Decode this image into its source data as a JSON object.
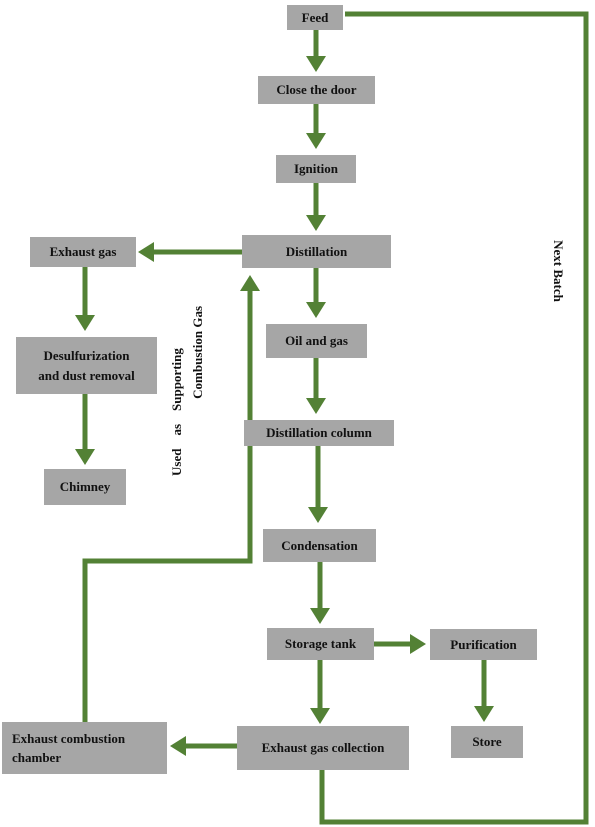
{
  "nodes": {
    "feed": "Feed",
    "close_door": "Close the door",
    "ignition": "Ignition",
    "distillation": "Distillation",
    "exhaust_gas": "Exhaust gas",
    "desulfurization_line1": "Desulfurization",
    "desulfurization_line2": "and dust removal",
    "chimney": "Chimney",
    "oil_and_gas": "Oil and gas",
    "distillation_column": "Distillation column",
    "condensation": "Condensation",
    "storage_tank": "Storage tank",
    "purification": "Purification",
    "store": "Store",
    "exhaust_gas_collection": "Exhaust gas collection",
    "exhaust_combustion_line1": "Exhaust combustion",
    "exhaust_combustion_line2": "chamber"
  },
  "labels": {
    "next_batch": "Next Batch",
    "used_as_line1": "Used    as    Supporting",
    "used_as_line2": "Combustion Gas"
  },
  "colors": {
    "arrow": "#538135",
    "box": "#a6a6a6"
  }
}
